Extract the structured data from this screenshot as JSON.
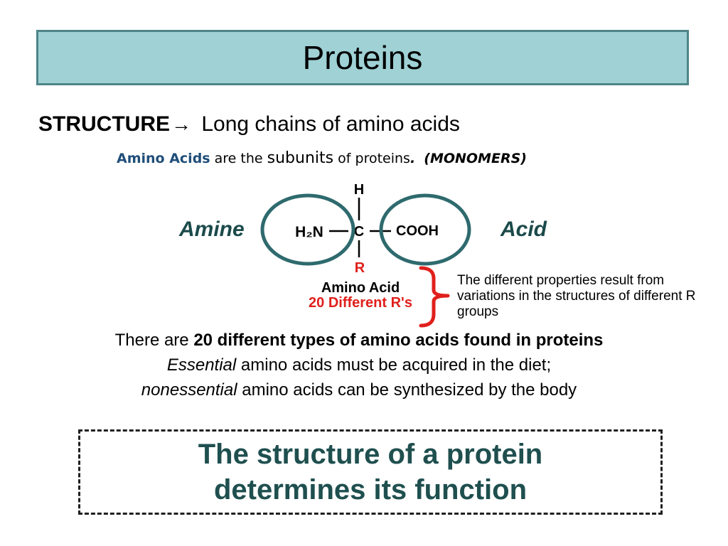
{
  "slide": {
    "title": "Proteins",
    "structure": {
      "keyword": "STRUCTURE",
      "arrow": "→",
      "text": " Long chains of amino acids"
    },
    "subunits": {
      "amino_acids": "Amino Acids",
      "are_the": " are the ",
      "subunits": "subunits",
      "of_proteins": " of proteins",
      "period": ".",
      "monomers": "(MONOMERS)"
    },
    "diagram": {
      "label_amine": "Amine",
      "label_acid": "Acid",
      "atom_h": "H",
      "atom_h2n": "H₂N",
      "atom_c": "C",
      "atom_cooh": "COOH",
      "atom_r": "R",
      "caption_title": "Amino Acid",
      "caption_rs": "20 Different R's",
      "colors": {
        "circle": "#2e6a6e",
        "r_group": "#e0201c",
        "brace": "#e0201c"
      }
    },
    "note": "The different properties result from variations in the structures of different R groups",
    "body": {
      "line1_prefix": "There are ",
      "line1_bold": "20 different types of amino acids found in proteins",
      "line2_italic": "Essential",
      "line2_rest": " amino acids must be acquired in the diet;",
      "line3_italic": "nonessential",
      "line3_rest": " amino acids can be synthesized by the body"
    },
    "callout": {
      "line1": "The structure of a protein",
      "line2": "determines its function"
    }
  }
}
